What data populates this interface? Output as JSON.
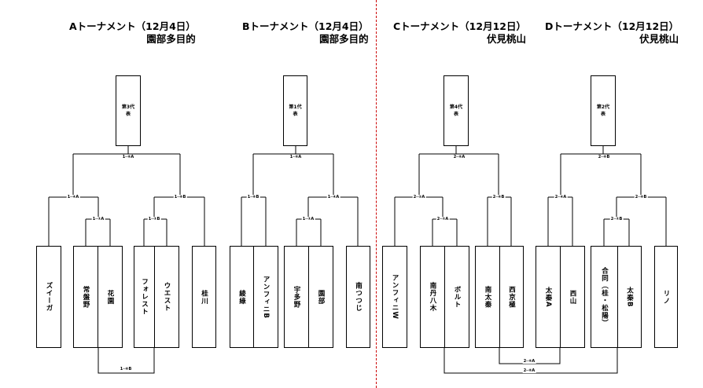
{
  "colors": {
    "line": "#000000",
    "divider": "#cc0000",
    "background": "#ffffff"
  },
  "tournaments": [
    {
      "key": "A",
      "title": "Aトーナメント（12月4日）",
      "venue": "園部多目的",
      "seed": {
        "line1": "第3代",
        "line2": "表"
      },
      "teams": [
        "ズイーガ",
        "常盤野",
        "花園",
        "フォレスト",
        "ウエスト",
        "桂川"
      ],
      "matches": {
        "final": "1─⑥A",
        "left_semi": "1─④A",
        "right_semi": "1─⑥B",
        "left_qf": "1─①A",
        "right_qf": "1─①B"
      }
    },
    {
      "key": "B",
      "title": "Bトーナメント（12月4日）",
      "venue": "園部多目的",
      "seed": {
        "line1": "第1代",
        "line2": "表"
      },
      "teams": [
        "綾綠",
        "アンフィニB",
        "宇多野",
        "園部",
        "南つつじ"
      ],
      "matches": {
        "final": "1─⑥A",
        "left_semi": "1─⑥B",
        "right_semi": "1─④A",
        "right_qf": "1─①A"
      }
    },
    {
      "key": "C",
      "title": "Cトーナメント（12月12日）",
      "venue": "伏見桃山",
      "seed": {
        "line1": "第4代",
        "line2": "表"
      },
      "teams": [
        "アンフィニW",
        "南丹八木",
        "ボルト",
        "南太秦",
        "西京極"
      ],
      "matches": {
        "final": "2─⑥A",
        "left_semi": "2─⑤A",
        "right_semi": "2─⑥B",
        "left_qf": "2─①A"
      }
    },
    {
      "key": "D",
      "title": "Dトーナメント（12月12日）",
      "venue": "伏見桃山",
      "seed": {
        "line1": "第2代",
        "line2": "表"
      },
      "teams": [
        "太秦A",
        "西山",
        "合同（桂・松陽）",
        "太秦B",
        "リノ"
      ],
      "matches": {
        "final": "2─⑥B",
        "left_semi": "2─④A",
        "right_semi": "2─⑥B",
        "right_qf": "2─①B"
      }
    }
  ],
  "crossover": {
    "ab_bottom": "1─⑥B",
    "cd_upper": "2─⑥A",
    "cd_lower": "2─⑥A"
  }
}
